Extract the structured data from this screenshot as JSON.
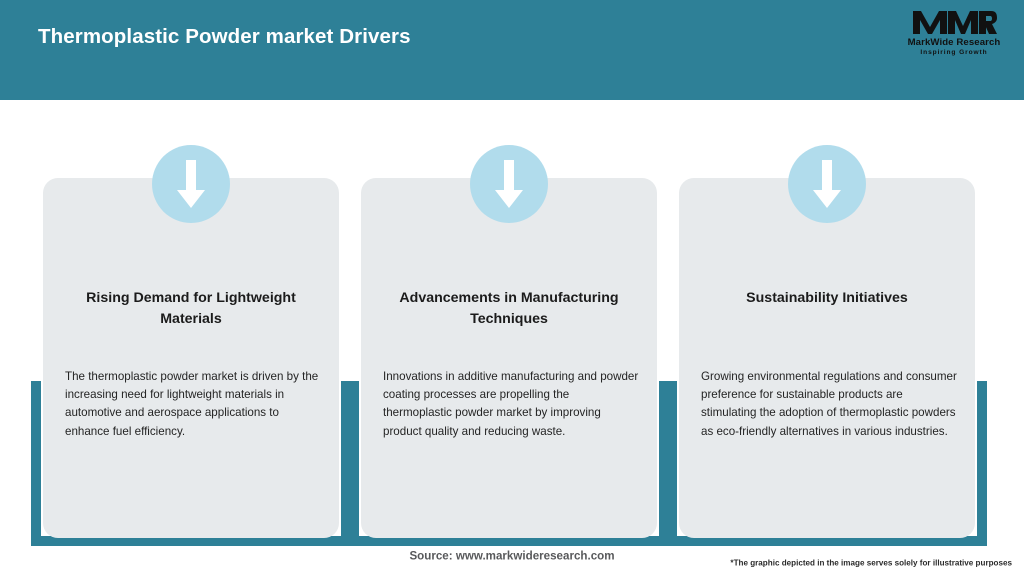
{
  "header": {
    "title": "Thermoplastic Powder market Drivers",
    "background_color": "#2e8097",
    "title_color": "#ffffff"
  },
  "logo": {
    "mark": "MWR",
    "name": "MarkWide Research",
    "tagline": "Inspiring Growth"
  },
  "theme": {
    "accent_teal": "#2e8097",
    "card_gray": "#e7eaec",
    "badge_blue": "#b1dcec",
    "arrow_white": "#ffffff"
  },
  "cards": [
    {
      "icon": "arrow-down-icon",
      "heading": "Rising Demand for Lightweight Materials",
      "body": "The thermoplastic powder market is driven by the increasing need for lightweight materials in automotive and aerospace applications to enhance fuel efficiency."
    },
    {
      "icon": "arrow-down-icon",
      "heading": "Advancements in Manufacturing Techniques",
      "body": "Innovations in additive manufacturing and powder coating processes are propelling the thermoplastic powder market by improving product quality and reducing waste."
    },
    {
      "icon": "arrow-down-icon",
      "heading": "Sustainability Initiatives",
      "body": "Growing environmental regulations and consumer preference for sustainable products are stimulating the adoption of thermoplastic powders as eco-friendly alternatives in various industries."
    }
  ],
  "footer": {
    "source": "Source: www.markwideresearch.com",
    "disclaimer": "*The graphic depicted in the image serves solely for illustrative purposes"
  }
}
